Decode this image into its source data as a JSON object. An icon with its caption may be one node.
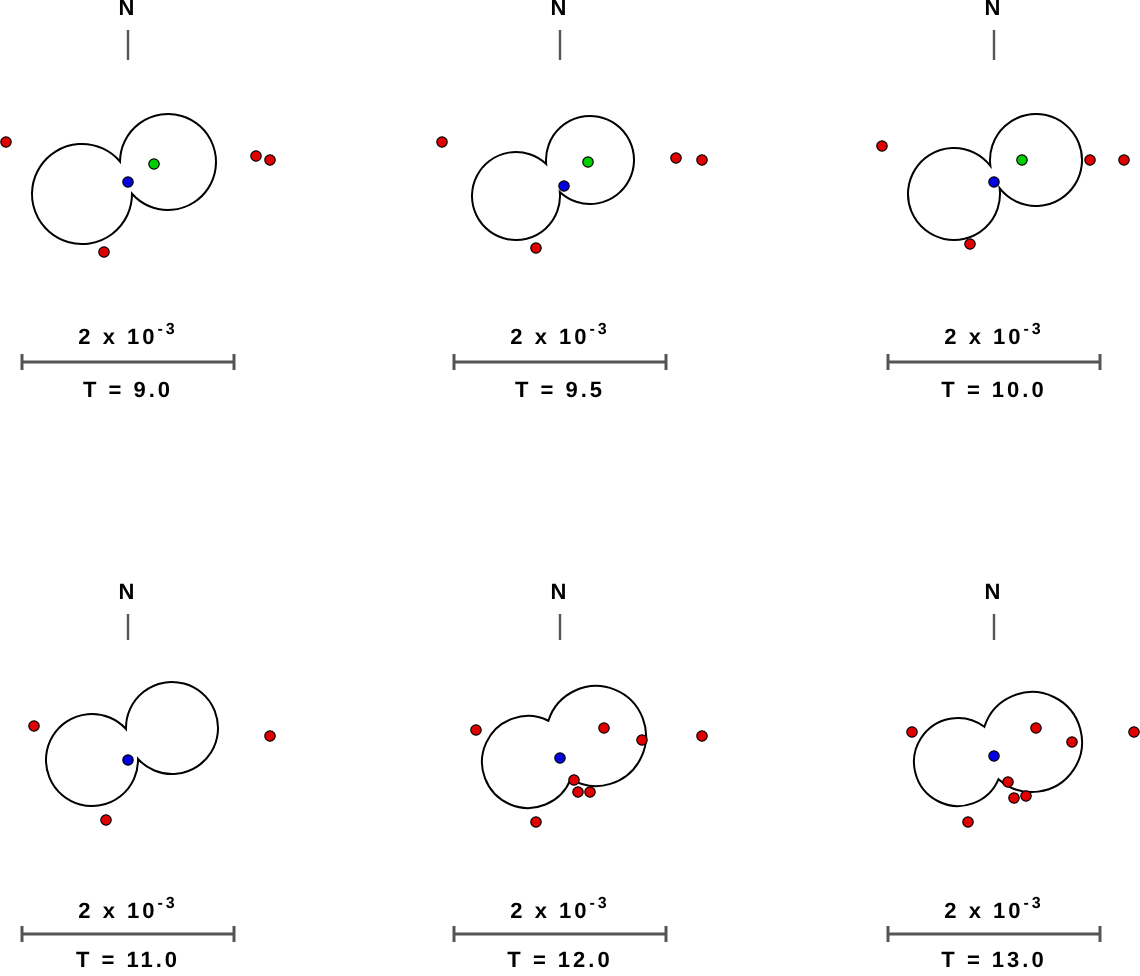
{
  "diagram": {
    "labels": [
      "N",
      "N",
      "N",
      "2 x 10$^{-3}$",
      "2 x 10$^{-3}$",
      "2 x 10$^{-3}$",
      "T = 9.0",
      "T = 9.5",
      "T = 10.0",
      "N",
      "N",
      "N",
      "2 x 10$^{-3}$",
      "2 x 10$^{-3}$",
      "2 x 10$^{-3}$",
      "T = 11.0",
      "T = 12.0",
      "T = 13.0"
    ]
  }
}
